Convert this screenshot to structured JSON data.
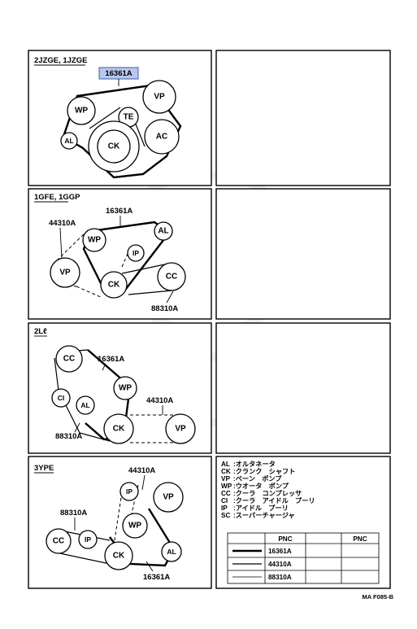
{
  "panels": [
    {
      "id": "p1",
      "title": "2JZGE, 1JZGE",
      "part": "16361A",
      "pulleys": [
        "WP",
        "TE",
        "VP",
        "AL",
        "CK",
        "AC"
      ]
    },
    {
      "id": "p2",
      "title": "1GFE, 1GGP",
      "parts": [
        "44310A",
        "16361A",
        "88310A"
      ],
      "pulleys": [
        "WP",
        "AL",
        "IP",
        "VP",
        "CK",
        "CC"
      ]
    },
    {
      "id": "p3",
      "title": "2Lℓ",
      "parts": [
        "16361A",
        "44310A",
        "88310A"
      ],
      "pulleys": [
        "CC",
        "WP",
        "CI",
        "AL",
        "CK",
        "VP"
      ]
    },
    {
      "id": "p4",
      "title": "3YPE",
      "parts": [
        "44310A",
        "88310A",
        "16361A"
      ],
      "pulleys": [
        "IP",
        "VP",
        "WP",
        "CC",
        "IP",
        "CK",
        "AL"
      ]
    }
  ],
  "legend": [
    {
      "code": "AL",
      "text": ":オルタネータ"
    },
    {
      "code": "CK",
      "text": ":クランク　シャフト"
    },
    {
      "code": "VP",
      "text": ":ベーン　ポンプ"
    },
    {
      "code": "WP",
      "text": ":ウオータ　ポンプ"
    },
    {
      "code": "CC",
      "text": ":クーラ　コンプレッサ"
    },
    {
      "code": "CI",
      "text": ":クーラ　アイドル　プーリ"
    },
    {
      "code": "IP",
      "text": ":アイドル　プーリ"
    },
    {
      "code": "SC",
      "text": ":スーパーチャージャ"
    }
  ],
  "pnc_table": {
    "headers": [
      "PNC",
      "PNC"
    ],
    "rows": [
      "16361A",
      "44310A",
      "88310A"
    ]
  },
  "footer": "MA F085-B"
}
